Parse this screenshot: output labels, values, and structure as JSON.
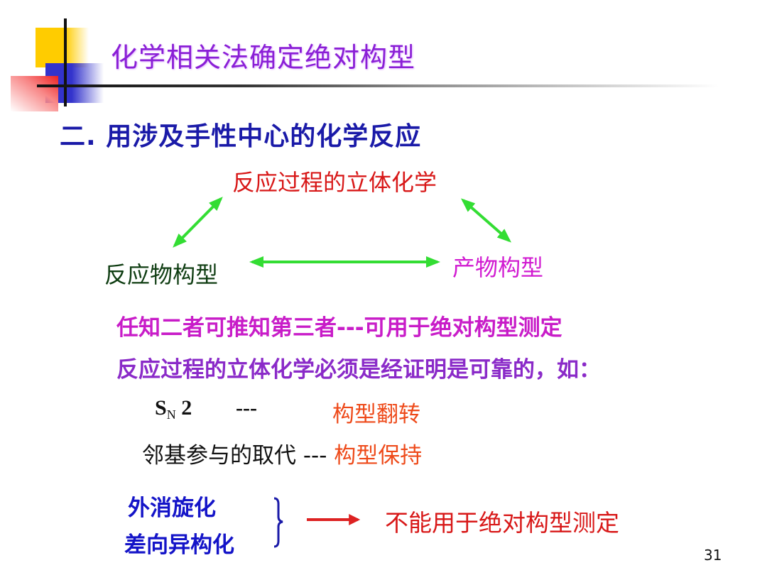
{
  "slide": {
    "title": "化学相关法确定绝对构型",
    "subtitle": "二.  用涉及手性中心的化学反应",
    "page_number": "31"
  },
  "diagram": {
    "top_node": "反应过程的立体化学",
    "left_node": "反应物构型",
    "right_node": "产物构型",
    "arrow_color": "#33dd33"
  },
  "body": {
    "line1": "任知二者可推知第三者---可用于绝对构型测定",
    "line2": "反应过程的立体化学必须是经证明是可靠的，如："
  },
  "examples": {
    "sn2_prefix": "S",
    "sn2_subscript": "N",
    "sn2_suffix": " 2",
    "sn2_dash": "---",
    "sn2_result": "构型翻转",
    "ngp_label": "邻基参与的取代 --- ",
    "ngp_result": "构型保持"
  },
  "exceptions": {
    "item1": "外消旋化",
    "item2": "差向异构化",
    "result": "不能用于绝对构型测定",
    "arrow_color": "#dd2222",
    "brace_color": "#1a1aa8"
  },
  "colors": {
    "title": "#8a1fd6",
    "subtitle": "#1a1aa8",
    "top_node": "#d81818",
    "left_node": "#0f3d12",
    "right_node": "#d11bd1",
    "emphasis_orange": "#ee4a1a"
  }
}
